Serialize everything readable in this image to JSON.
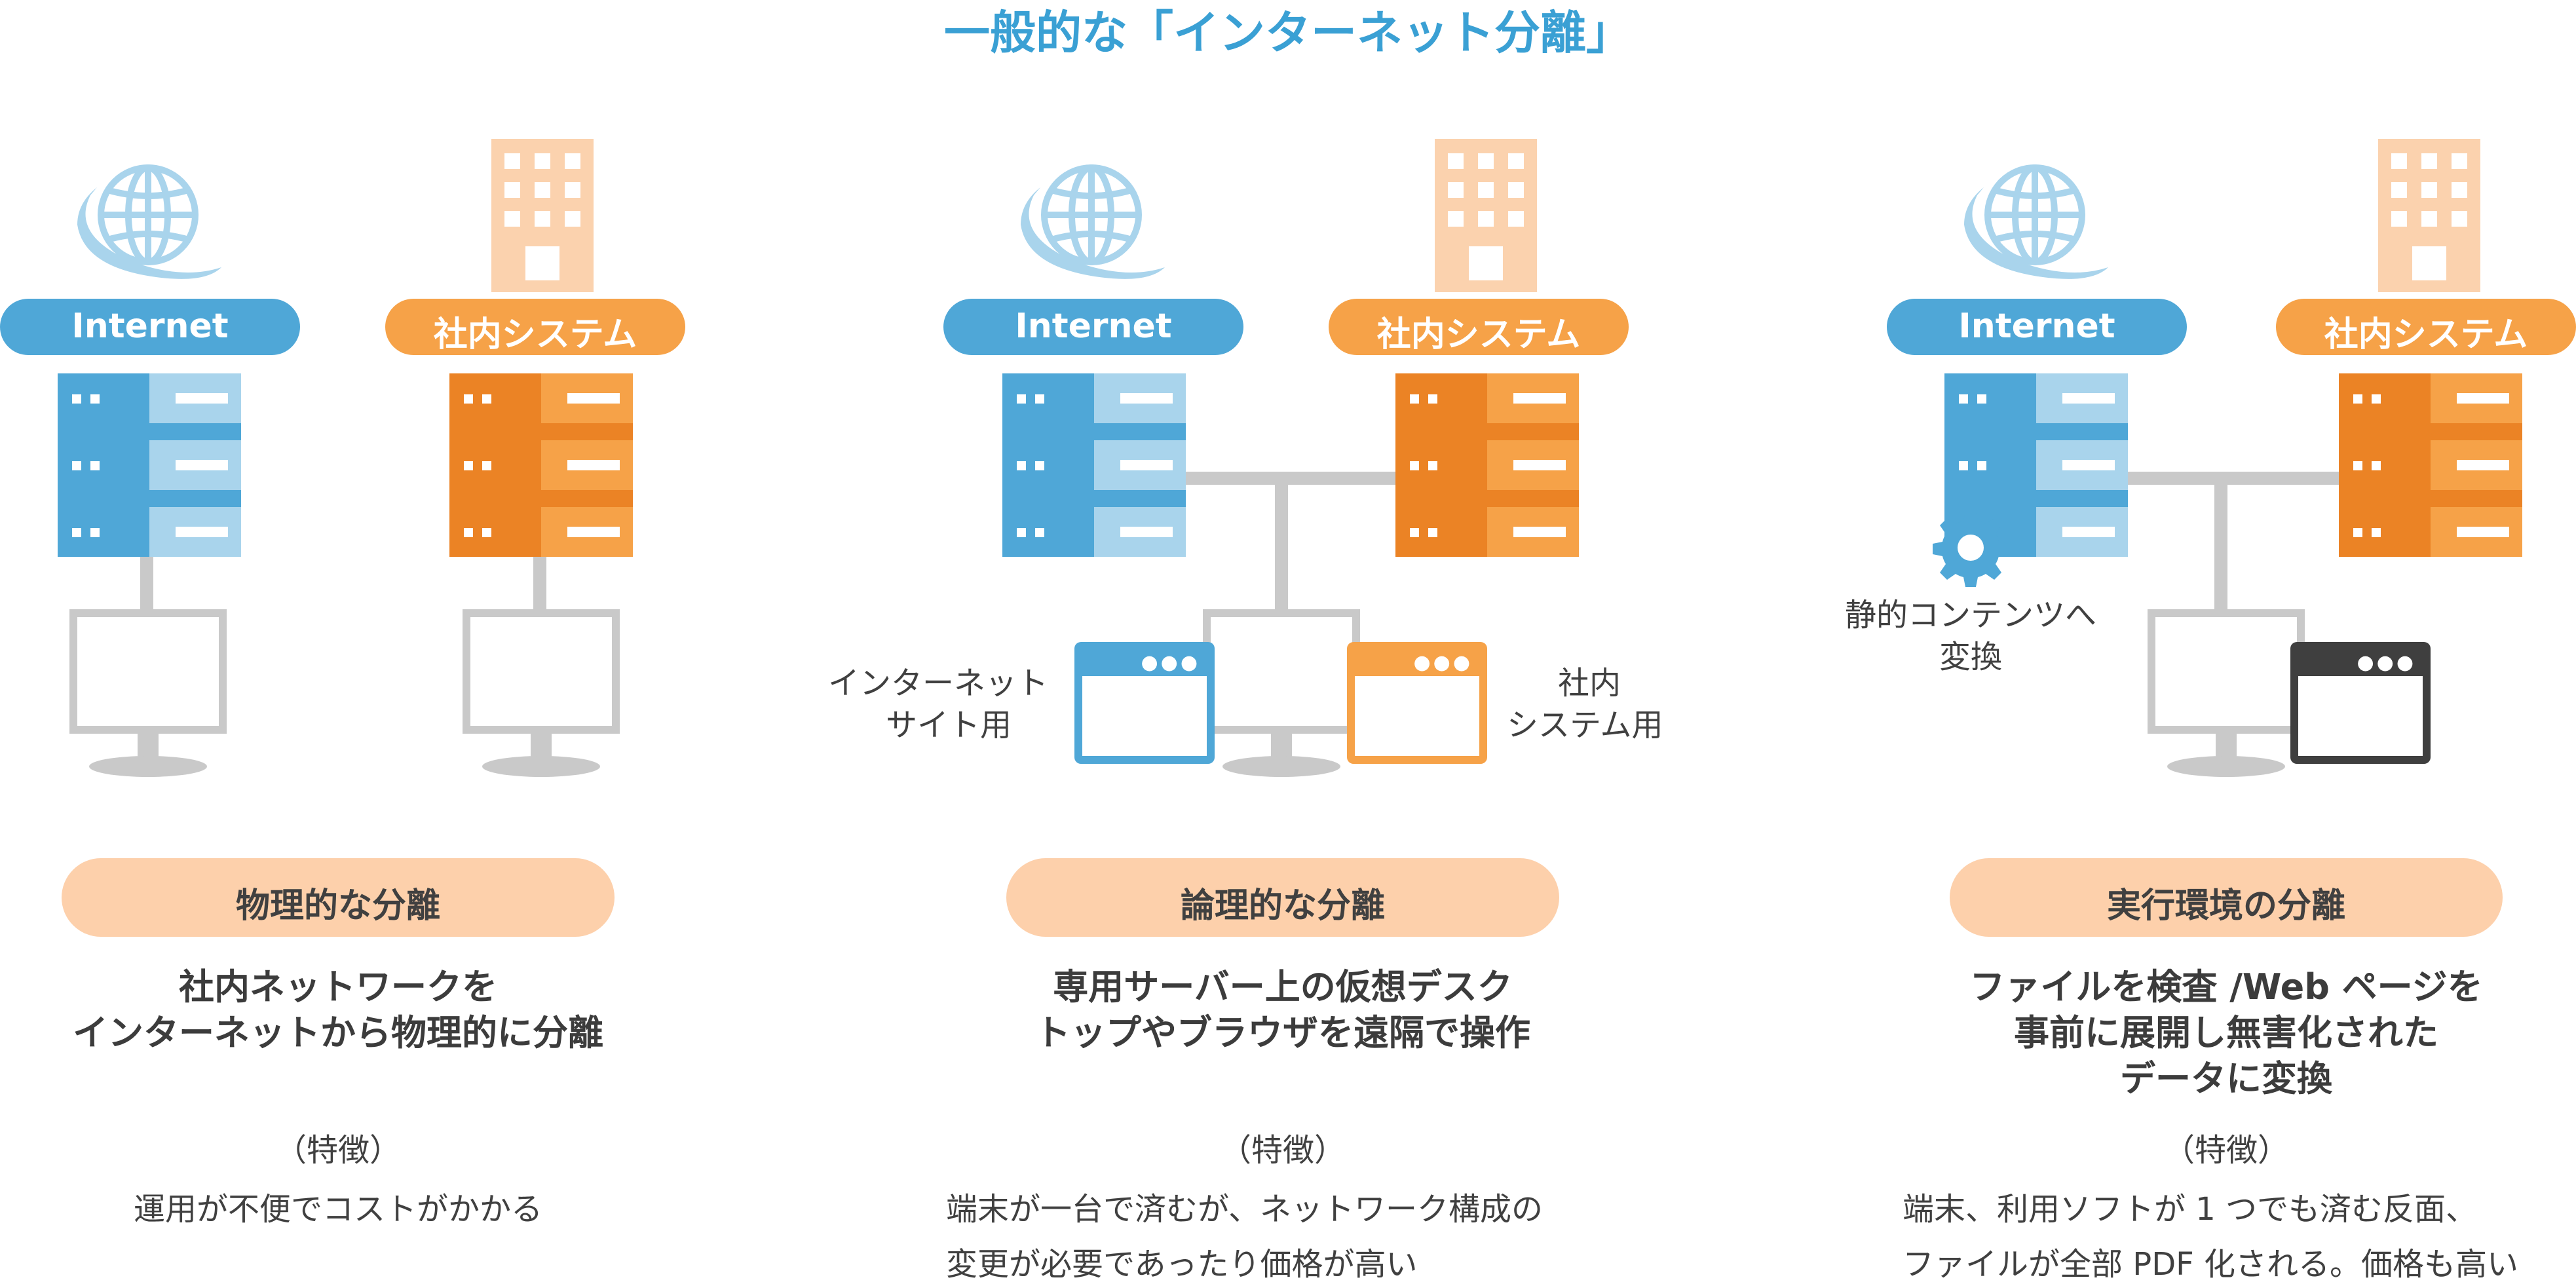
{
  "title": "一般的な「インターネット分離」",
  "colors": {
    "internet_blue": "#4fa7d7",
    "light_blue": "#a9d4ec",
    "system_orange": "#eb8325",
    "light_orange": "#f6a248",
    "building_peach": "#fbd2ae",
    "pill_peach": "#fdd0ab",
    "monitor_gray": "#c9c9c9",
    "dark_window": "#3f3f3f"
  },
  "labels": {
    "internet": "Internet",
    "internal_system": "社内システム"
  },
  "columns": [
    {
      "category": "物理的な分離",
      "desc_lines": [
        "社内ネットワークを",
        "インターネットから物理的に分離"
      ],
      "feature_heading": "（特徴）",
      "feature_lines": [
        "運用が不便でコストがかかる"
      ]
    },
    {
      "category": "論理的な分離",
      "desc_lines": [
        "専用サーバー上の仮想デスク",
        "トップやブラウザを遠隔で操作"
      ],
      "feature_heading": "（特徴）",
      "feature_lines": [
        "端末が一台で済むが、ネットワーク構成の",
        "変更が必要であったり価格が高い"
      ],
      "window_labels": {
        "internet_site": [
          "インターネット",
          "サイト用"
        ],
        "internal_system": [
          "社内",
          "システム用"
        ]
      }
    },
    {
      "category": "実行環境の分離",
      "desc_lines": [
        "ファイルを検査 /Web ページを",
        "事前に展開し無害化された",
        "データに変換"
      ],
      "feature_heading": "（特徴）",
      "feature_lines": [
        "端末、利用ソフトが 1 つでも済む反面、",
        "ファイルが全部 PDF 化される。価格も高い"
      ],
      "gear_label": [
        "静的コンテンツへ",
        "変換"
      ]
    }
  ]
}
